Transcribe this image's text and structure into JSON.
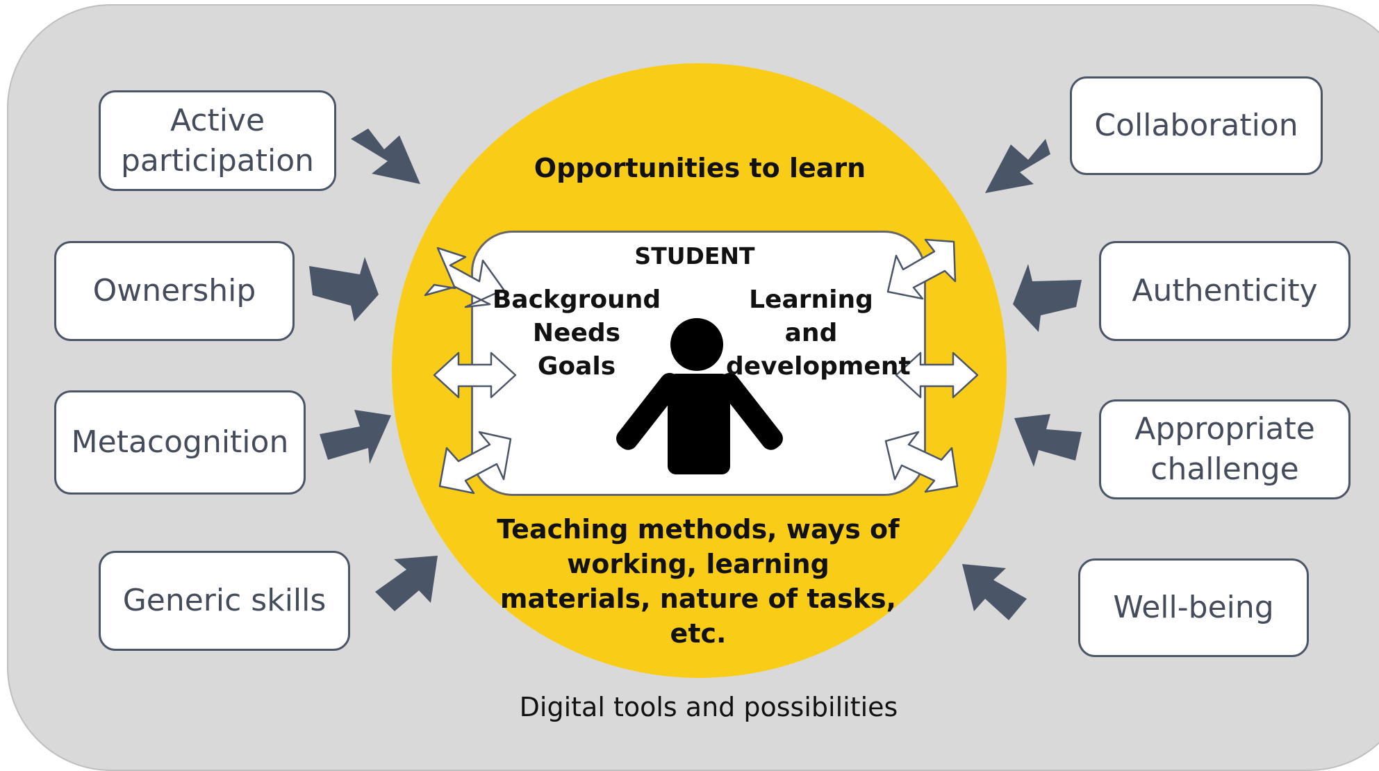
{
  "center": {
    "top_text": "Opportunities to learn",
    "student_title": "STUDENT",
    "left_lines": [
      "Background",
      "Needs",
      "Goals"
    ],
    "right_lines": [
      "Learning",
      "and",
      "development"
    ],
    "bottom_lines": [
      "Teaching methods, ways of",
      "working, learning",
      "materials, nature of tasks,",
      "etc."
    ]
  },
  "left_boxes": [
    {
      "lines": [
        "Active",
        "participation"
      ]
    },
    {
      "lines": [
        "Ownership"
      ]
    },
    {
      "lines": [
        "Metacognition"
      ]
    },
    {
      "lines": [
        "Generic skills"
      ]
    }
  ],
  "right_boxes": [
    {
      "lines": [
        "Collaboration"
      ]
    },
    {
      "lines": [
        "Authenticity"
      ]
    },
    {
      "lines": [
        "Appropriate",
        "challenge"
      ]
    },
    {
      "lines": [
        "Well-being"
      ]
    }
  ],
  "footer": "Digital tools and possibilities",
  "colors": {
    "background": "#d9d9d9",
    "circle": "#f9cd17",
    "arrow": "#4a5568",
    "box_border": "#4a5568",
    "box_text": "#444c5c"
  }
}
